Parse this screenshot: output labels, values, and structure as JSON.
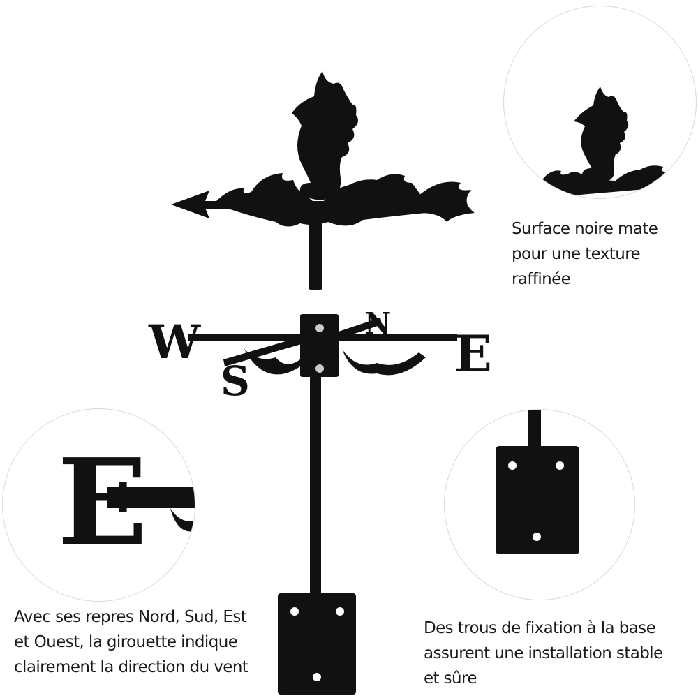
{
  "compass_letters": {
    "west": "W",
    "east": "E",
    "north": "N",
    "south": "S"
  },
  "captions": {
    "top_right": [
      "Surface noire mate",
      "pour une texture",
      "raffinée"
    ],
    "bottom_left": [
      "Avec ses repres Nord, Sud, Est",
      "et Ouest, la girouette indique",
      "clairement la direction du vent"
    ],
    "bottom_right": [
      "Des trous de fixation à la base",
      "assurent une installation stable",
      "et sûre"
    ]
  },
  "detail_letter": "E",
  "colors": {
    "metal": "#111111",
    "border": "#d9d9d9",
    "text": "#1a1a1a"
  }
}
